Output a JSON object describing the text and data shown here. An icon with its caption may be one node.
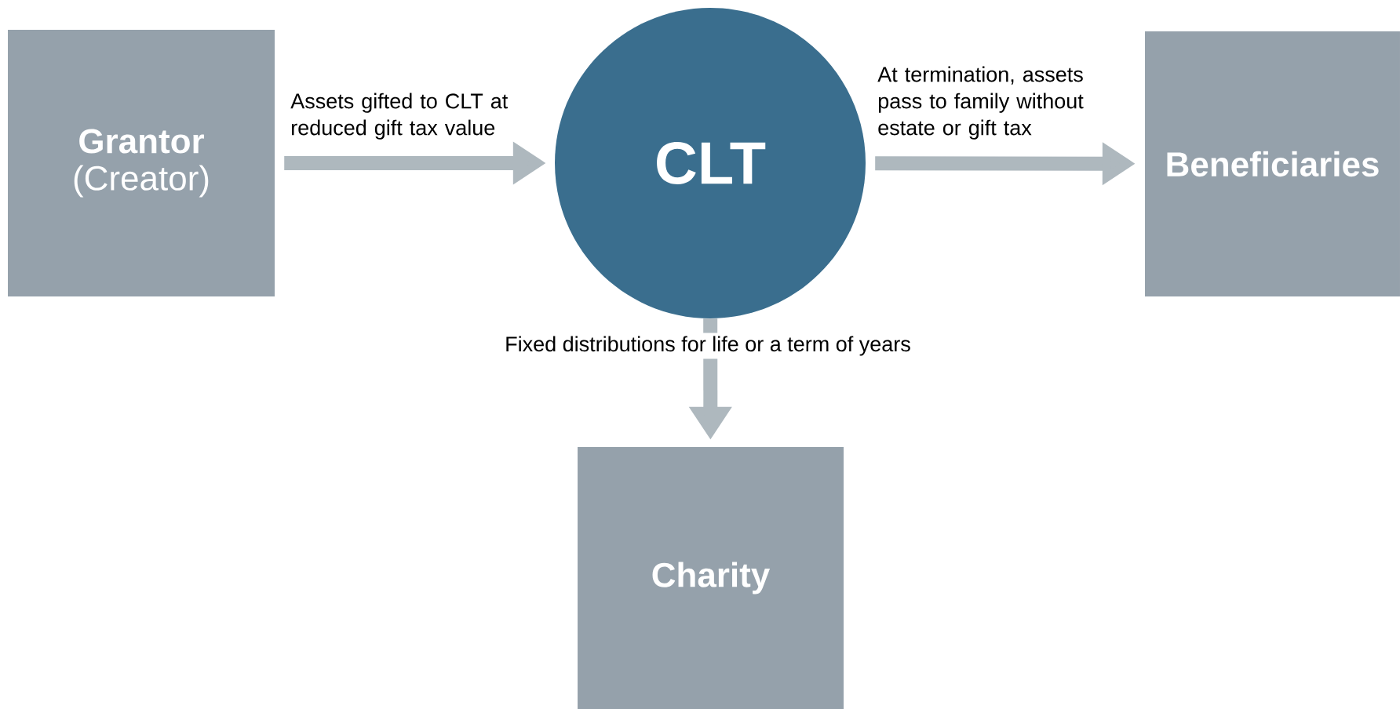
{
  "diagram": {
    "nodes": [
      {
        "text": [
          "Grantor",
          "(Creator)"
        ]
      },
      {
        "text": [
          "CLT"
        ]
      },
      {
        "text": [
          "Beneficiaries"
        ]
      },
      {
        "text": [
          "Charity"
        ]
      }
    ],
    "edges": [
      {
        "from": 0,
        "to": 1,
        "arrow": "to",
        "label": "Assets gifted to CLT at reduced gift tax value"
      },
      {
        "from": 1,
        "to": 2,
        "arrow": "to",
        "label": "At termination, assets pass to family without estate or gift tax"
      },
      {
        "from": 1,
        "to": 3,
        "arrow": "to",
        "label": "Fixed distributions for life or a term of years"
      }
    ]
  }
}
